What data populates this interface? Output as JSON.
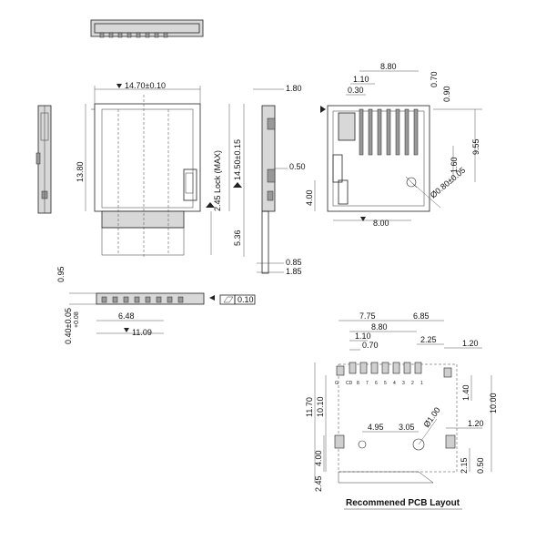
{
  "drawing": {
    "top_view": {
      "width_dim": "14.70±0.10",
      "height_dim": "13.80",
      "lock_dim": "2.45 Lock (MAX)",
      "eject_dim": "14.50±0.15",
      "extend_dim": "5.36"
    },
    "side_view": {
      "top_dim": "1.80",
      "mid_dim": "0.50",
      "thick_dim": "0.85",
      "base_dim": "1.85"
    },
    "front_view": {
      "height_dim": "0.95",
      "pin_dim": "0.40±0.05",
      "pin_tol": "+0.08",
      "pitch_dim": "6.48",
      "width_dim": "11.09",
      "flatness": "0.10"
    },
    "bottom_view": {
      "pins_span": "8.80",
      "pitch": "1.10",
      "pin_width": "0.30",
      "right_top": "0.70",
      "right_pin": "0.90",
      "height": "9.55",
      "peg": "1.60",
      "hole": "Ø0.80±0.05",
      "side": "4.00",
      "bottom_span": "8.00"
    },
    "pcb_layout": {
      "caption": "Recommened PCB Layout",
      "left_span": "7.75",
      "right_span": "6.85",
      "pins_span": "8.80",
      "pitch": "1.10",
      "pad_width": "0.70",
      "right_gap": "2.25",
      "right_pad": "1.20",
      "height_total": "11.70",
      "height_body": "10.10",
      "pad_height": "1.40",
      "body_right": "10.00",
      "hole_x": "4.95",
      "hole_offset": "3.05",
      "hole_dia": "Ø1.00",
      "mid_pad": "1.20",
      "left_low": "4.00",
      "left_tail": "2.45",
      "right_low": "2.15",
      "right_tail": "0.50",
      "pin_labels": [
        "G",
        "CD",
        "8",
        "7",
        "6",
        "5",
        "4",
        "3",
        "2",
        "1"
      ]
    }
  }
}
